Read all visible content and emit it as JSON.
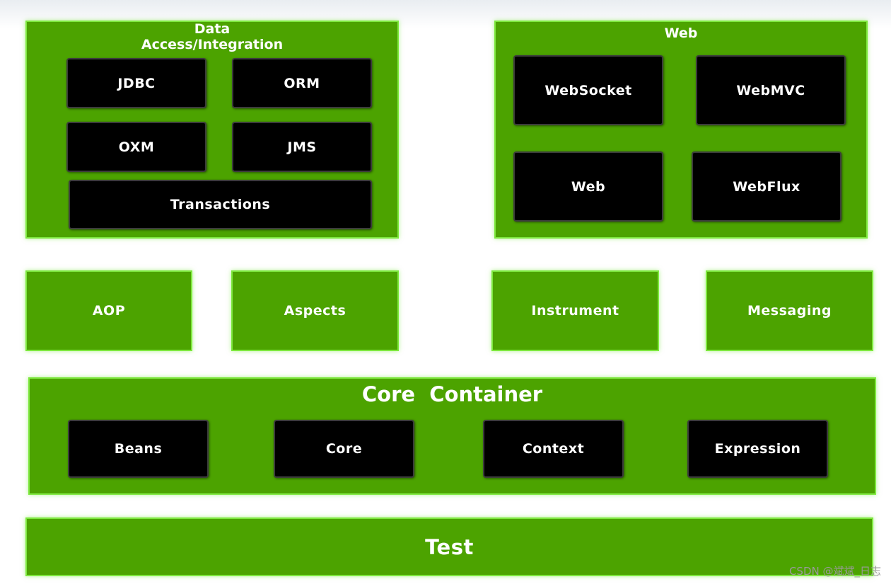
{
  "data_access": {
    "title_line1": "Data",
    "title_line2": "Access/Integration",
    "modules": [
      "JDBC",
      "ORM",
      "OXM",
      "JMS",
      "Transactions"
    ]
  },
  "web": {
    "title": "Web",
    "modules": [
      "WebSocket",
      "WebMVC",
      "Web",
      "WebFlux"
    ]
  },
  "middle": [
    "AOP",
    "Aspects",
    "Instrument",
    "Messaging"
  ],
  "core_container": {
    "title": "Core  Container",
    "modules": [
      "Beans",
      "Core",
      "Context",
      "Expression"
    ]
  },
  "test": {
    "title": "Test"
  },
  "watermark": "CSDN @斌斌_日志",
  "colors": {
    "panel_green": "#4ca300",
    "panel_border": "#7ee83e",
    "module_black": "#000000",
    "text": "#ffffff"
  }
}
